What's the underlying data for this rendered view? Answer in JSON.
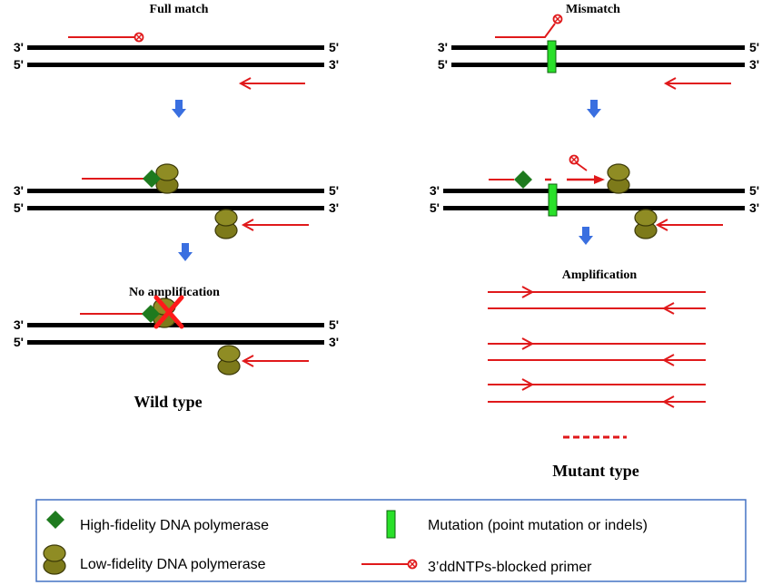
{
  "strand_labels": {
    "three_prime": "3'",
    "five_prime": "5'"
  },
  "panels": {
    "wild": {
      "title": "Full match",
      "step3_label": "No amplification",
      "caption": "Wild type"
    },
    "mutant": {
      "title": "Mismatch",
      "step3_label": "Amplification",
      "caption": "Mutant type"
    }
  },
  "legend": {
    "high_fidelity": "High-fidelity DNA polymerase",
    "low_fidelity": "Low-fidelity DNA polymerase",
    "mutation": "Mutation (point mutation or indels)",
    "blocked_primer": "3’ddNTPs-blocked primer"
  },
  "colors": {
    "dna": "#000000",
    "primer": "#e0191b",
    "arrow": "#3a6fe0",
    "high_fidelity": "#1e7a1e",
    "low_fidelity": "#7d7a1a",
    "mutation": "#29e029",
    "legend_border": "#4472c4"
  },
  "icons": {
    "high_fidelity": "green-diamond-icon",
    "low_fidelity": "olive-double-oval-icon",
    "mutation": "green-bar-icon",
    "blocked_primer": "red-line-blocked-circle-icon",
    "step_arrow": "blue-down-arrow-icon",
    "no_amplification": "red-x-icon"
  }
}
